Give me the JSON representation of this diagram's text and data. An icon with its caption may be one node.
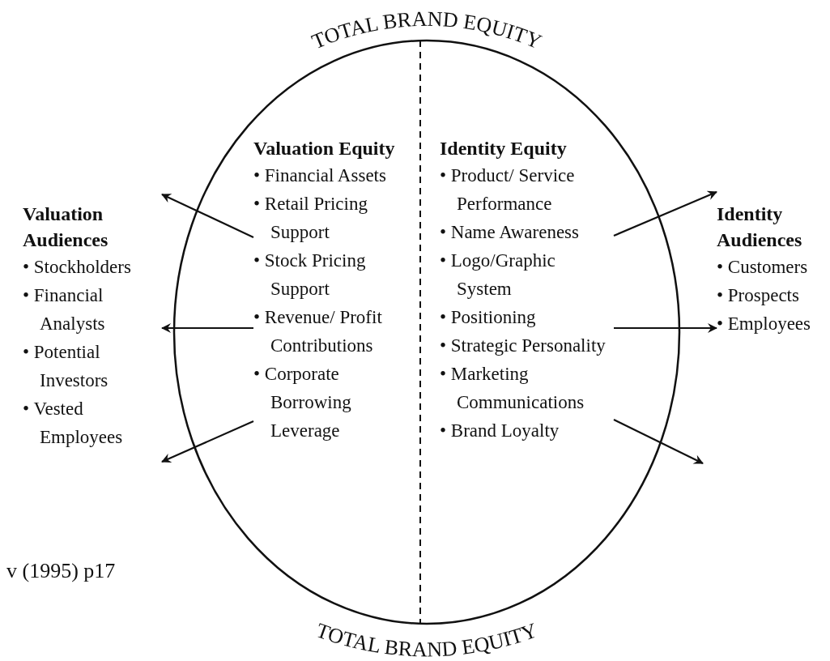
{
  "diagram": {
    "nodes": [
      {
        "text": [
          "TOTAL BRAND EQUITY",
          "TOTAL BRAND EQUITY"
        ]
      },
      {
        "text": [
          "Valuation Equity",
          "• Financial Assets",
          "• Retail Pricing Support",
          "• Stock Pricing Support",
          "• Revenue/ Profit Contributions",
          "• Corporate Borrowing Leverage"
        ],
        "in": 0
      },
      {
        "text": [
          "Identity Equity",
          "• Product/ Service Performance",
          "• Name Awareness",
          "• Logo/Graphic System",
          "• Positioning",
          "• Strategic Personality",
          "• Marketing Communications",
          "• Brand Loyalty"
        ],
        "in": 0
      },
      {
        "text": [
          "Valuation Audiences",
          "• Stockholders",
          "• Financial Analysts",
          "• Potential Investors",
          "• Vested Employees"
        ]
      },
      {
        "text": [
          "Identity Audiences",
          "• Customers",
          "• Prospects",
          "• Employees"
        ]
      }
    ],
    "edges": [
      {
        "from": 1,
        "to": 3,
        "arrow": "to"
      },
      {
        "from": 1,
        "to": 3,
        "arrow": "to"
      },
      {
        "from": 1,
        "to": 3,
        "arrow": "to"
      },
      {
        "from": 2,
        "to": 4,
        "arrow": "to"
      },
      {
        "from": 2,
        "to": 4,
        "arrow": "to"
      },
      {
        "from": 2,
        "to": null,
        "arrow": "to"
      }
    ],
    "labels": [
      "v (1995) p17"
    ]
  }
}
